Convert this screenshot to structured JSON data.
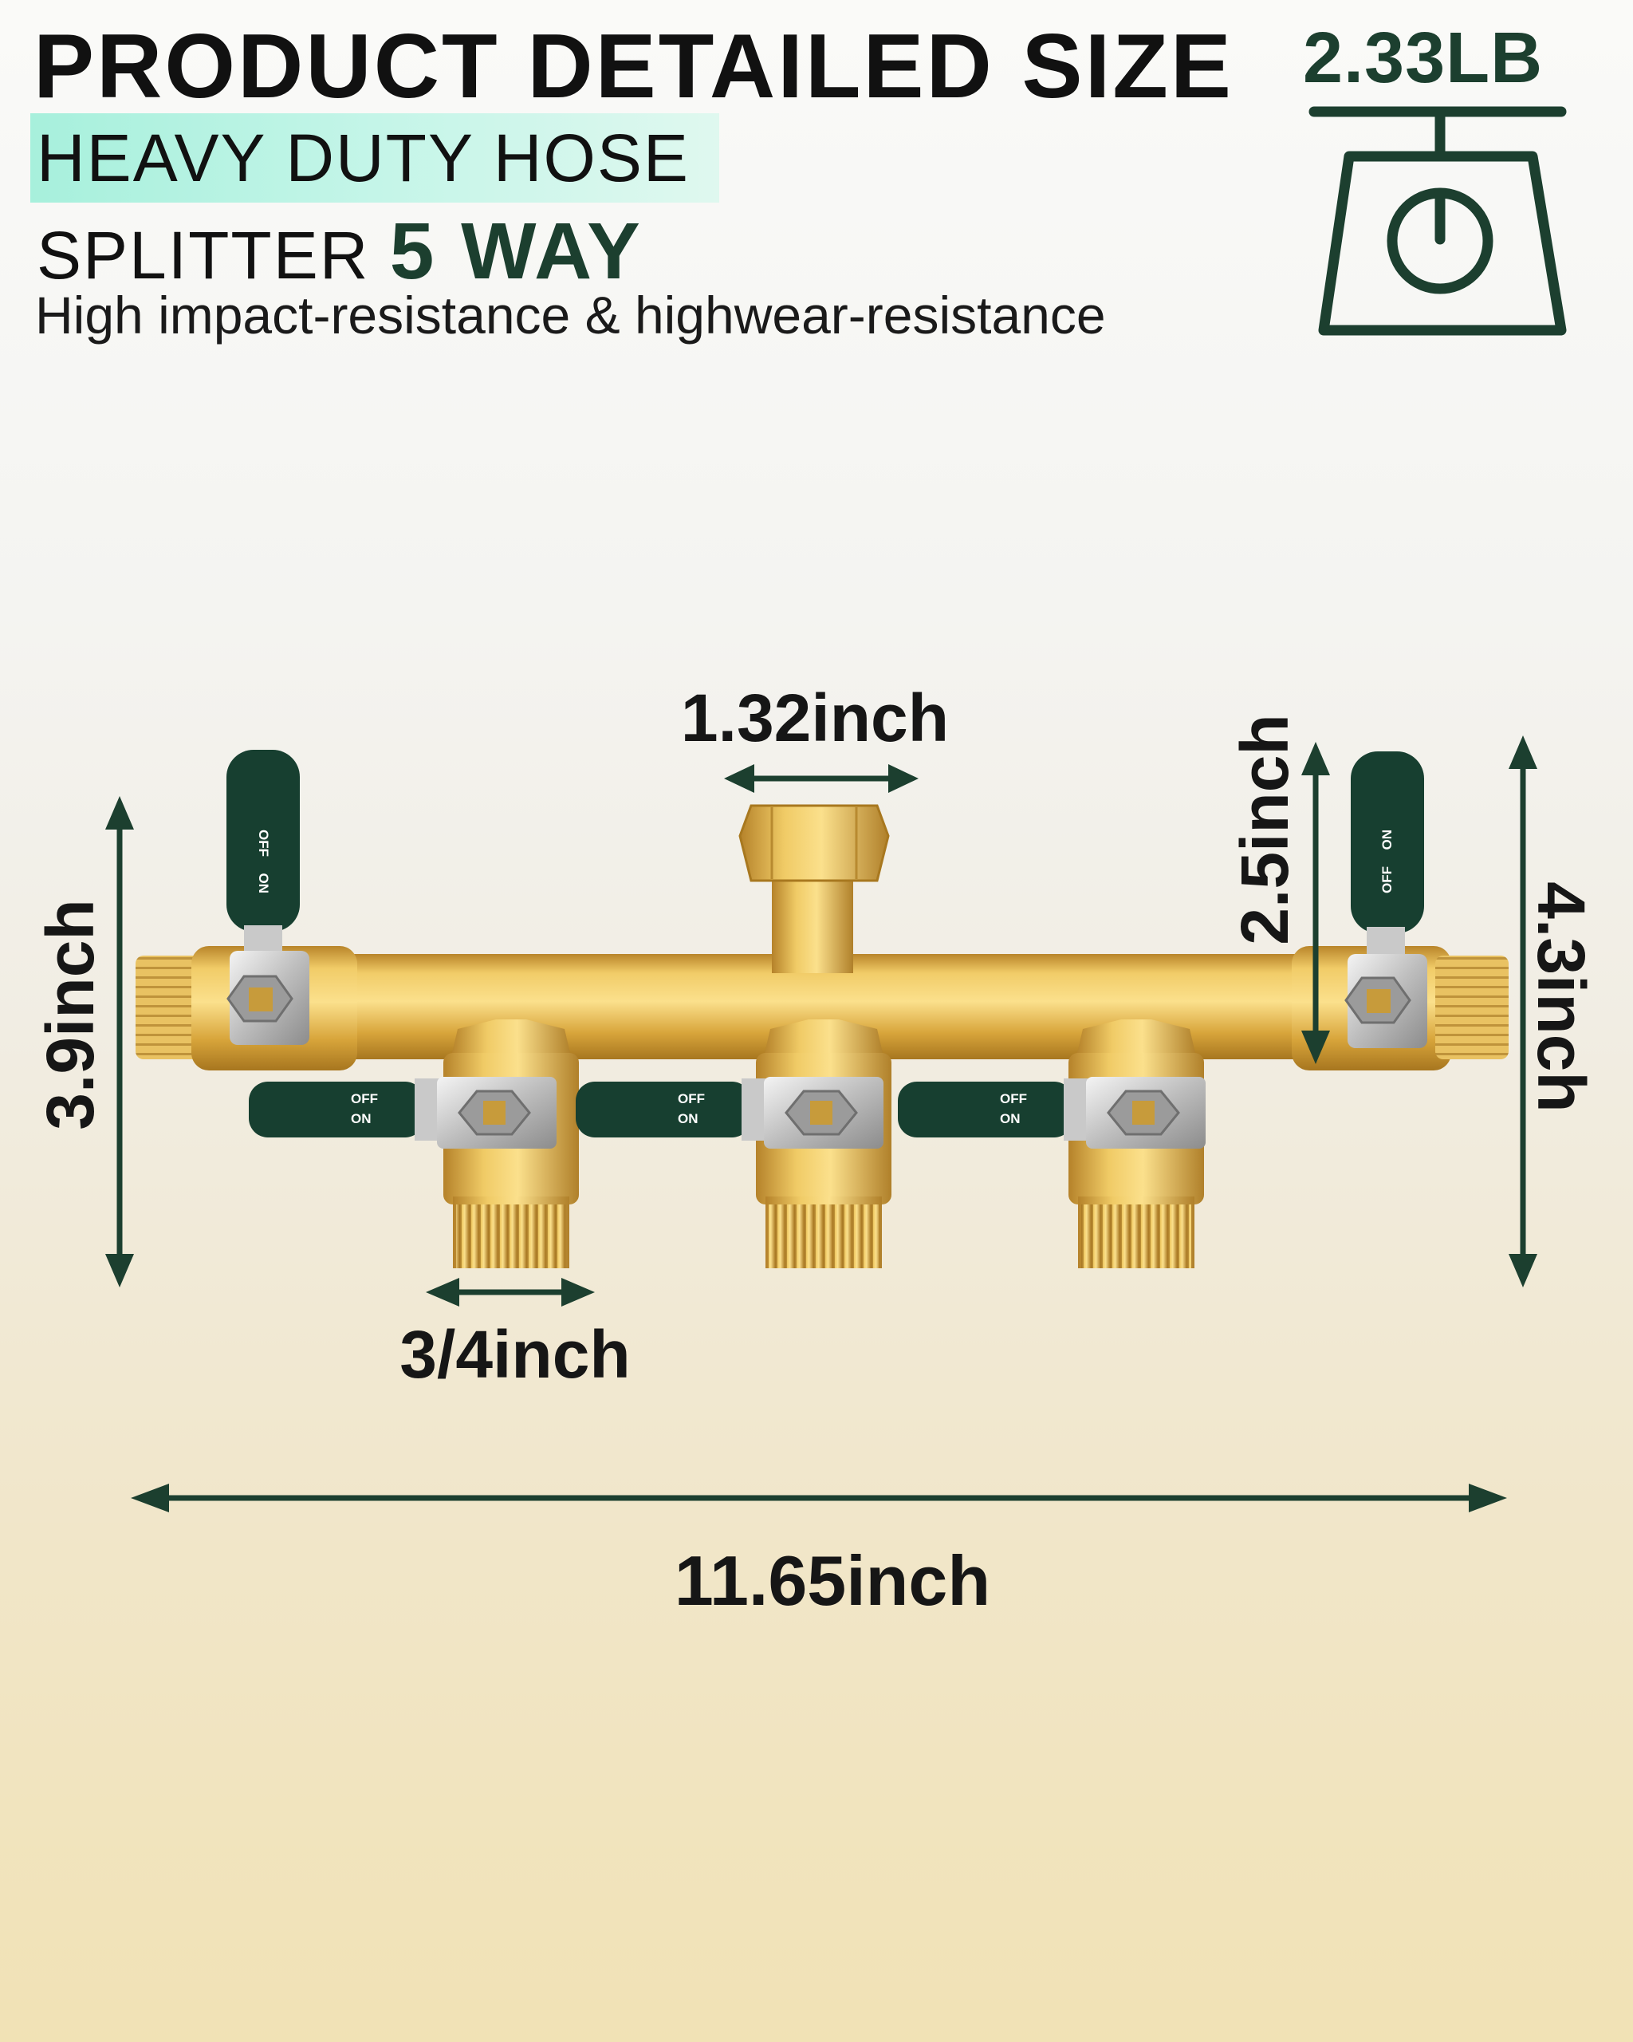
{
  "header": {
    "title": "PRODUCT DETAILED SIZE",
    "subtitle_line1": "HEAVY DUTY HOSE",
    "subtitle_line2_prefix": "SPLITTER",
    "subtitle_line2_emphasis": "5 WAY",
    "tagline": "High impact-resistance & highwear-resistance"
  },
  "weight": {
    "value": "2.33LB",
    "icon": "scale-icon"
  },
  "dimensions": {
    "top_outlet_width": "1.32inch",
    "left_height": "3.9inch",
    "right_inner_height": "2.5inch",
    "right_outer_height": "4.3inch",
    "outlet_thread": "3/4inch",
    "total_length": "11.65inch"
  },
  "valve_labels": {
    "off": "OFF",
    "on": "ON"
  },
  "colors": {
    "accent_green": "#1c3f2f",
    "handle_green": "#173f30",
    "brass": "#d9a93b",
    "highlight": "#b4f2e1"
  }
}
